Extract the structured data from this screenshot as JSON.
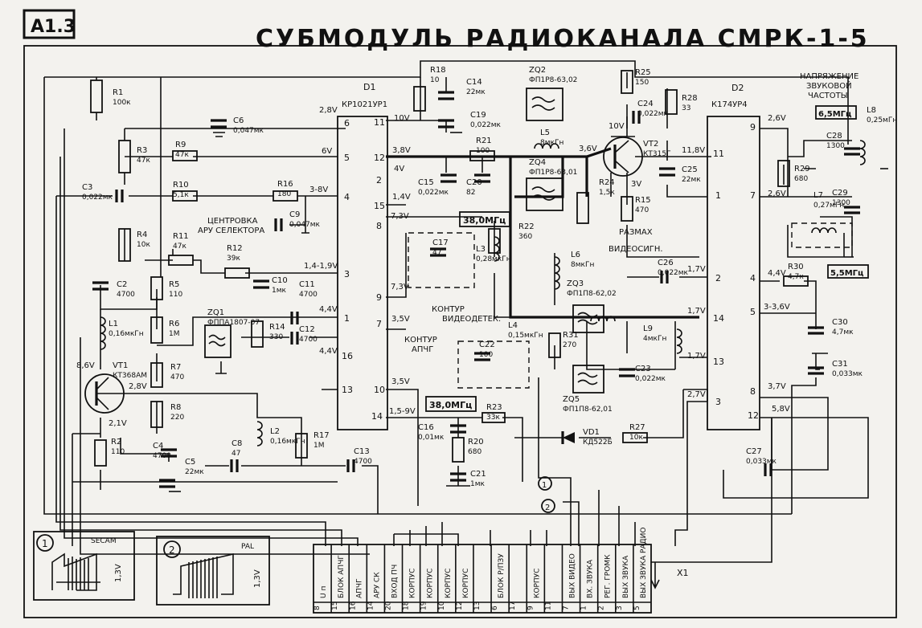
{
  "sheet": {
    "ref": "А1.3",
    "title": "СУБМОДУЛЬ  РАДИОКАНАЛА  СМРК-1-5"
  },
  "chips": {
    "d1": {
      "ref": "D1",
      "type": "КР1021УР1",
      "supply": "2,8V"
    },
    "d2": {
      "ref": "D2",
      "type": "К174УР4"
    }
  },
  "d1_pins": {
    "p6": "6",
    "p5": "5",
    "p4": "4",
    "p3": "3",
    "p1": "1",
    "p16": "16",
    "p13": "13",
    "p11": "11",
    "p12": "12",
    "p2": "2",
    "p15": "15",
    "p8": "8",
    "p9": "9",
    "p7": "7",
    "p10": "10",
    "p14": "14"
  },
  "d2_pins": {
    "p9": "9",
    "p11": "11",
    "p1": "1",
    "p7": "7",
    "p2": "2",
    "p4": "4",
    "p14": "14",
    "p5": "5",
    "p13": "13",
    "p3": "3",
    "p8": "8",
    "p12": "12"
  },
  "resistors": {
    "r1": {
      "ref": "R1",
      "val": "100к"
    },
    "r3": {
      "ref": "R3",
      "val": "47к"
    },
    "r9": {
      "ref": "R9",
      "val": "47к"
    },
    "r10": {
      "ref": "R10",
      "val": "5,1к"
    },
    "r16": {
      "ref": "R16",
      "val": "180"
    },
    "r4": {
      "ref": "R4",
      "val": "10к"
    },
    "r11": {
      "ref": "R11",
      "val": "47к"
    },
    "r12": {
      "ref": "R12",
      "val": "39к"
    },
    "r5": {
      "ref": "R5",
      "val": "110"
    },
    "r6": {
      "ref": "R6",
      "val": "1М"
    },
    "r14": {
      "ref": "R14",
      "val": "330"
    },
    "r7": {
      "ref": "R7",
      "val": "470"
    },
    "r8": {
      "ref": "R8",
      "val": "220"
    },
    "r2": {
      "ref": "R2",
      "val": "110"
    },
    "r17": {
      "ref": "R17",
      "val": "1М"
    },
    "r18": {
      "ref": "R18",
      "val": "10"
    },
    "r21": {
      "ref": "R21",
      "val": "100"
    },
    "r22": {
      "ref": "R22",
      "val": "360"
    },
    "r23": {
      "ref": "R23",
      "val": "33к"
    },
    "r20": {
      "ref": "R20",
      "val": "680"
    },
    "r24": {
      "ref": "R24",
      "val": "1,5к"
    },
    "r25": {
      "ref": "R25",
      "val": "150"
    },
    "r15": {
      "ref": "R15",
      "val": "470"
    },
    "r28": {
      "ref": "R28",
      "val": "33"
    },
    "r31": {
      "ref": "R31",
      "val": "270"
    },
    "r27": {
      "ref": "R27",
      "val": "10к"
    },
    "r29": {
      "ref": "R29",
      "val": "680"
    },
    "r30": {
      "ref": "R30",
      "val": "4,7к"
    }
  },
  "capacitors": {
    "c6": {
      "ref": "C6",
      "val": "0,047мк"
    },
    "c3": {
      "ref": "C3",
      "val": "0,022мк"
    },
    "c9": {
      "ref": "C9",
      "val": "0,047мк"
    },
    "c2": {
      "ref": "C2",
      "val": "4700"
    },
    "c10": {
      "ref": "C10",
      "val": "1мк"
    },
    "c11": {
      "ref": "C11",
      "val": "4700"
    },
    "c12": {
      "ref": "C12",
      "val": "4700"
    },
    "c4": {
      "ref": "C4",
      "val": "4700"
    },
    "c5": {
      "ref": "C5",
      "val": "22мк"
    },
    "c8": {
      "ref": "C8",
      "val": "47"
    },
    "c13": {
      "ref": "C13",
      "val": "4700"
    },
    "c14": {
      "ref": "C14",
      "val": "22мк"
    },
    "c19": {
      "ref": "C19",
      "val": "0,022мк"
    },
    "c15": {
      "ref": "C15",
      "val": "0,022мк"
    },
    "c20": {
      "ref": "C20",
      "val": "82"
    },
    "c17": {
      "ref": "C17",
      "val": "47"
    },
    "c22": {
      "ref": "C22",
      "val": "100"
    },
    "c16": {
      "ref": "C16",
      "val": "0,01мк"
    },
    "c21": {
      "ref": "C21",
      "val": "1мк"
    },
    "c24": {
      "ref": "C24",
      "val": "0,022мк"
    },
    "c25": {
      "ref": "C25",
      "val": "22мк"
    },
    "c26": {
      "ref": "C26",
      "val": "0,022мк"
    },
    "c23": {
      "ref": "C23",
      "val": "0,022мк"
    },
    "c27": {
      "ref": "C27",
      "val": "0,033мк"
    },
    "c28": {
      "ref": "C28",
      "val": "1300"
    },
    "c29": {
      "ref": "C29",
      "val": "1300"
    },
    "c30": {
      "ref": "C30",
      "val": "4,7мк"
    },
    "c31": {
      "ref": "C31",
      "val": "0,033мк"
    }
  },
  "inductors": {
    "l1": {
      "ref": "L1",
      "val": "0,16мкГн"
    },
    "l2": {
      "ref": "L2",
      "val": "0,16мкГн"
    },
    "l3": {
      "ref": "L3",
      "val": "0,28мкГн"
    },
    "l4": {
      "ref": "L4",
      "val": "0,15мкГн"
    },
    "l5": {
      "ref": "L5",
      "val": "8мкГн"
    },
    "l6": {
      "ref": "L6",
      "val": "8мкГн"
    },
    "l7": {
      "ref": "L7",
      "val": "0,27мГн"
    },
    "l8": {
      "ref": "L8",
      "val": "0,25мГн"
    },
    "l9": {
      "ref": "L9",
      "val": "4мкГн"
    }
  },
  "filters": {
    "zq1": {
      "ref": "ZQ1",
      "val": "ФППА1807-07"
    },
    "zq2": {
      "ref": "ZQ2",
      "val": "ФП1Р8-63,02"
    },
    "zq3": {
      "ref": "ZQ3",
      "val": "ФП1П8-62,02"
    },
    "zq4": {
      "ref": "ZQ4",
      "val": "ФП1Р8-63,01"
    },
    "zq5": {
      "ref": "ZQ5",
      "val": "ФП1П8-62,01"
    }
  },
  "transistors": {
    "vt1": {
      "ref": "VT1",
      "val": "КТ368АМ"
    },
    "vt2": {
      "ref": "VT2",
      "val": "КТ315Г"
    }
  },
  "diodes": {
    "vd1": {
      "ref": "VD1",
      "val": "КД522Б"
    }
  },
  "voltages": {
    "v6v": "6V",
    "v38": "3-8V",
    "v14": "1,4-1,9V",
    "v44a": "4,4V",
    "v44b": "4,4V",
    "v86": "8,6V",
    "v28": "2,8V",
    "v21": "2,1V",
    "v10": "10V",
    "v38b": "3,8V",
    "v4": "4V",
    "v14b": "1,4V",
    "v73a": "7,3V",
    "v73b": "7,3V",
    "v35a": "3,5V",
    "v35b": "3,5V",
    "v159": "1,5-9V",
    "v36": "3,6V",
    "v3": "3V",
    "v118": "11,8V",
    "v10b": "10V",
    "v17a": "1,7V",
    "v17b": "1,7V",
    "v17c": "1,7V",
    "v27": "2,7V",
    "v26a": "2,6V",
    "v26b": "2,6V",
    "v44c": "4,4V",
    "v336": "3-3,6V",
    "v37": "3,7V",
    "v58": "5,8V"
  },
  "labels": {
    "aru": "ЦЕНТРОВКА\nАРУ СЕЛЕКТОРА",
    "aru_l1": "ЦЕНТРОВКА",
    "aru_l2": "АРУ СЕЛЕКТОРА",
    "video_l1": "РАЗМАХ",
    "video_l2": "ВИДЕОСИГН.",
    "kontur_vd_l1": "КОНТУР",
    "kontur_vd_l2": "ВИДЕОДЕТЕК.",
    "kontur_apch_l1": "КОНТУР",
    "kontur_apch_l2": "АПЧГ",
    "f38a": "38,0МГц",
    "f38b": "38,0МГц",
    "f65": "6,5МГц",
    "f55": "5,5МГц",
    "napr_l1": "НАПРЯЖЕНИЕ",
    "napr_l2": "ЗВУКОВОЙ",
    "napr_l3": "ЧАСТОТЫ",
    "x1": "X1",
    "secam": "SECAM",
    "pal": "PAL",
    "amp13a": "1,3V",
    "amp13b": "1,3V",
    "m1": "1",
    "m2": "2"
  },
  "connector": {
    "cells": [
      {
        "name": "U п",
        "pin": "8"
      },
      {
        "name": "БЛОК АПЧГ",
        "pin": "15"
      },
      {
        "name": "АПЧГ",
        "pin": "16"
      },
      {
        "name": "АРУ СК",
        "pin": "14"
      },
      {
        "name": "ВХОД ПЧ",
        "pin": "20"
      },
      {
        "name": "КОРПУС",
        "pin": "18"
      },
      {
        "name": "КОРПУС",
        "pin": "19"
      },
      {
        "name": "КОРПУС",
        "pin": "10"
      },
      {
        "name": "КОРПУС",
        "pin": "12"
      },
      {
        "name": "",
        "pin": "13"
      },
      {
        "name": "БЛОК Р/ПЗУ",
        "pin": "6"
      },
      {
        "name": "",
        "pin": "17"
      },
      {
        "name": "КОРПУС",
        "pin": "9"
      },
      {
        "name": "",
        "pin": "11"
      },
      {
        "name": "ВЫХ ВИДЕО",
        "pin": "7"
      },
      {
        "name": "ВХ. ЗВУКА",
        "pin": "1"
      },
      {
        "name": "РЕГ. ГРОМК",
        "pin": "2"
      },
      {
        "name": "ВЫХ ЗВУКА",
        "pin": "3"
      },
      {
        "name": "ВЫХ ЗВУКА РАДИО",
        "pin": "5"
      }
    ]
  }
}
